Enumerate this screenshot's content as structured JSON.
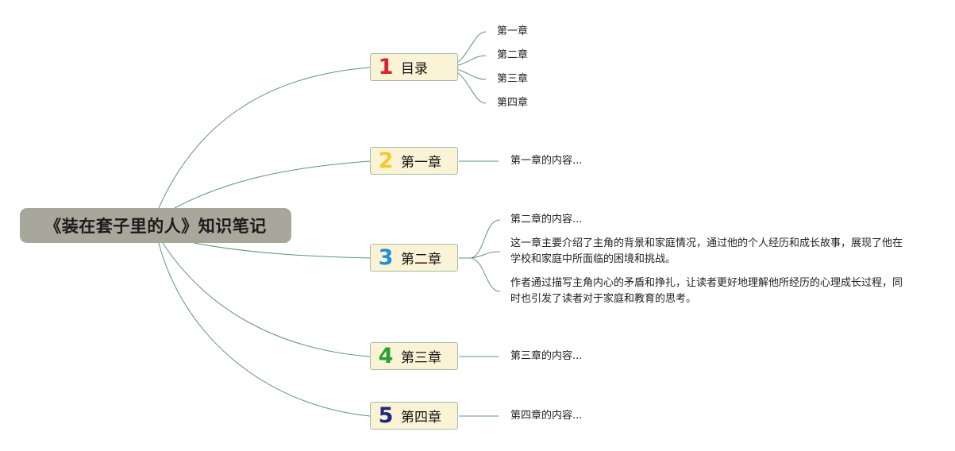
{
  "root": {
    "title": "《装在套子里的人》知识笔记"
  },
  "branches": [
    {
      "number": "1",
      "number_color": "#d9232e",
      "label": "目录",
      "children": [
        "第一章",
        "第二章",
        "第三章",
        "第四章"
      ]
    },
    {
      "number": "2",
      "number_color": "#f5c92e",
      "label": "第一章",
      "children": [
        "第一章的内容..."
      ]
    },
    {
      "number": "3",
      "number_color": "#1f8fd6",
      "label": "第二章",
      "children": [
        "第二章的内容...",
        "这一章主要介绍了主角的背景和家庭情况，通过他的个人经历和成长故事，展现了他在学校和家庭中所面临的困境和挑战。",
        "作者通过描写主角内心的矛盾和挣扎，让读者更好地理解他所经历的心理成长过程，同时也引发了读者对于家庭和教育的思考。"
      ]
    },
    {
      "number": "4",
      "number_color": "#27a037",
      "label": "第三章",
      "children": [
        "第三章的内容..."
      ]
    },
    {
      "number": "5",
      "number_color": "#1e2a7a",
      "label": "第四章",
      "children": [
        "第四章的内容..."
      ]
    }
  ],
  "colors": {
    "connector": "#5f9478",
    "root_bg": "#a8a79b",
    "branch_bg": "#fbf3d5"
  }
}
